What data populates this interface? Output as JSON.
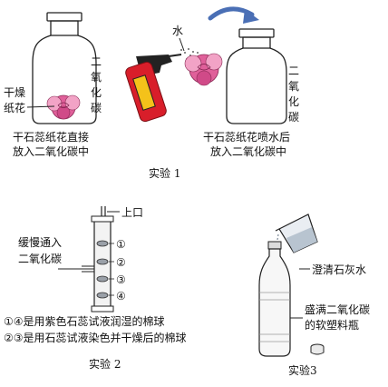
{
  "experiment1": {
    "jar1_gas": [
      "二",
      "氧",
      "化",
      "碳"
    ],
    "dry_flower": [
      "干燥",
      "纸花"
    ],
    "caption1": [
      "干石蕊纸花直接",
      "放入二氧化碳中"
    ],
    "water": "水",
    "jar2_gas": [
      "二",
      "氧",
      "化",
      "碳"
    ],
    "caption2": [
      "干石蕊纸花喷水后",
      "放入二氧化碳中"
    ],
    "title": "实验 1"
  },
  "experiment2": {
    "top_opening": "上口",
    "inlet": [
      "缓慢通入",
      "二氧化碳"
    ],
    "ball_labels": [
      "①",
      "②",
      "③",
      "④"
    ],
    "note1": "①④是用紫色石蕊试液润湿的棉球",
    "note2": "②③是用石蕊试液染色并干燥后的棉球",
    "title": "实验 2"
  },
  "experiment3": {
    "limewater": "澄清石灰水",
    "bottle": [
      "盛满二氧化碳",
      "的软塑料瓶"
    ],
    "title": "实验3"
  },
  "colors": {
    "flower": "#e0609a",
    "flower_light": "#f2a3c6",
    "arrow": "#4a6fb5",
    "sprayer": "#d81e2a",
    "sprayer_label": "#f4c21a"
  }
}
